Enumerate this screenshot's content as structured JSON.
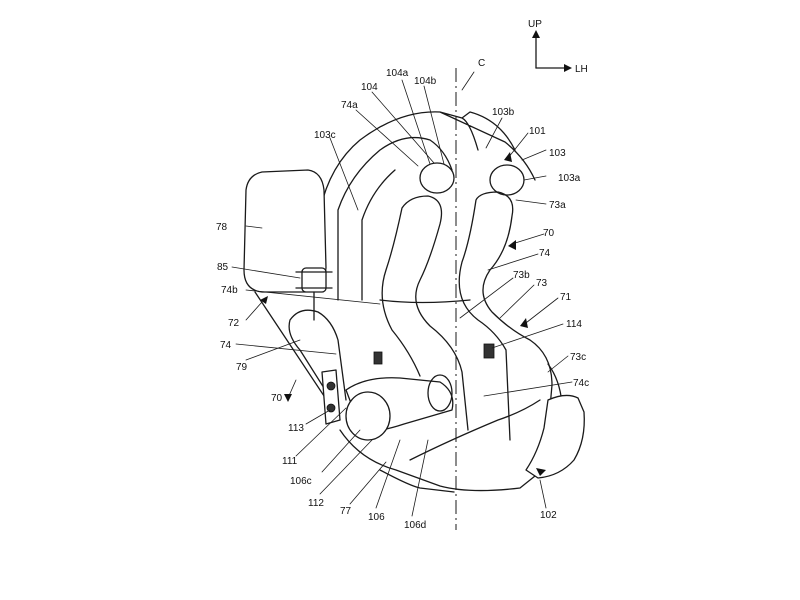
{
  "compass": {
    "up": "UP",
    "left_right": "LH"
  },
  "labels": {
    "c": "C",
    "l104a": "104a",
    "l104": "104",
    "l104b": "104b",
    "l74a": "74a",
    "l103b": "103b",
    "l101": "101",
    "l103c": "103c",
    "l103": "103",
    "l103a": "103a",
    "l78": "78",
    "l73a": "73a",
    "l70r": "70",
    "l74r": "74",
    "l85": "85",
    "l73b": "73b",
    "l73": "73",
    "l74b": "74b",
    "l71": "71",
    "l72": "72",
    "l114": "114",
    "l74l": "74",
    "l73c": "73c",
    "l79": "79",
    "l74c": "74c",
    "l70l": "70",
    "l113": "113",
    "l111": "111",
    "l106c": "106c",
    "l112": "112",
    "l77": "77",
    "l106": "106",
    "l106d": "106d",
    "l102": "102"
  }
}
